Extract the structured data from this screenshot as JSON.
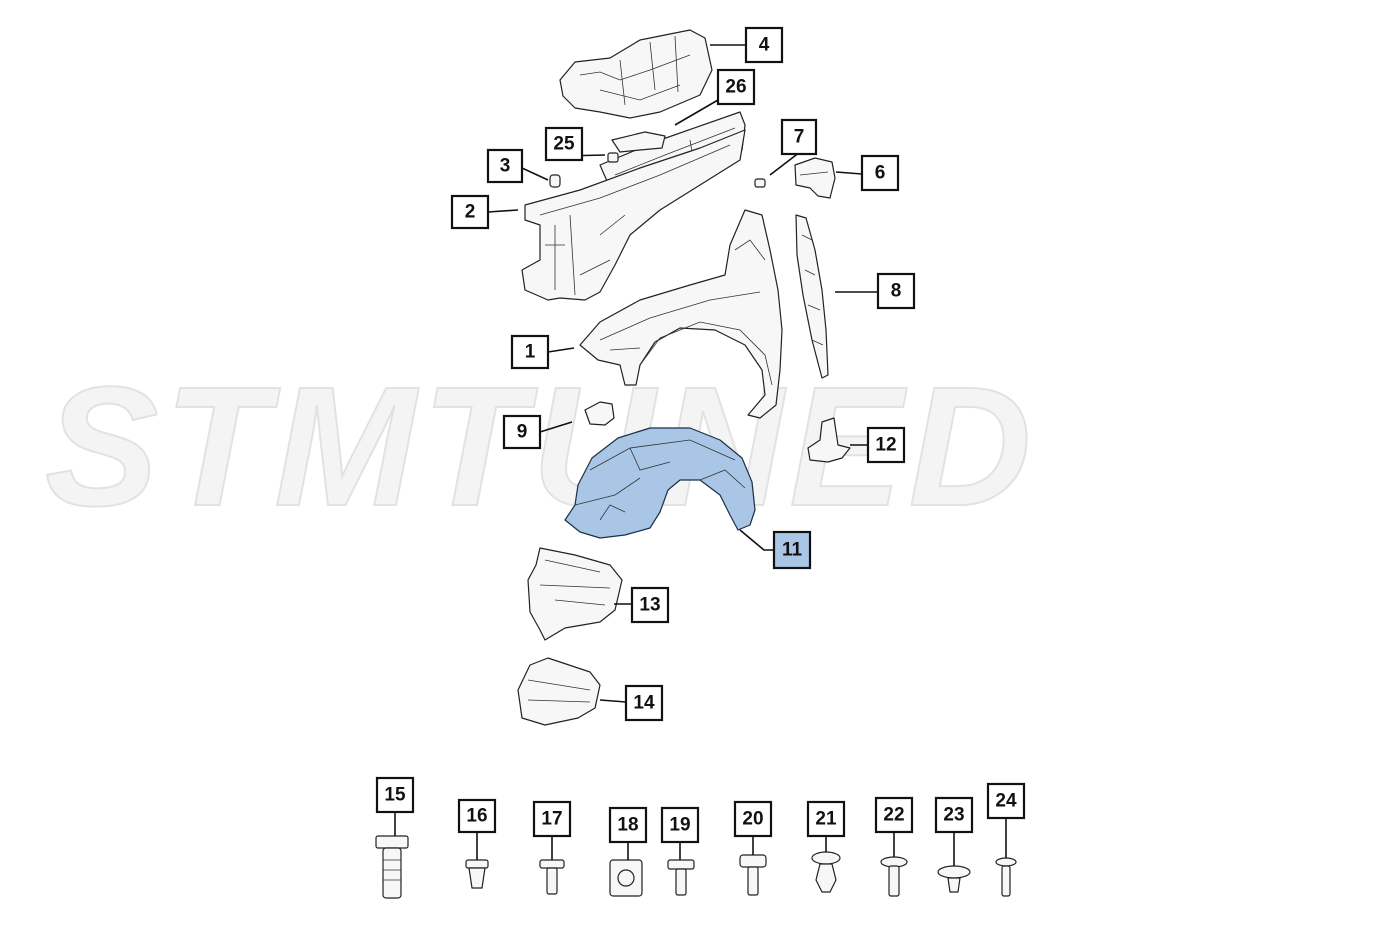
{
  "diagram": {
    "watermark": "STMTUNED",
    "highlight_color": "#a9c6e6",
    "highlighted_callout": "11",
    "callouts": [
      {
        "id": "1",
        "label": "1"
      },
      {
        "id": "2",
        "label": "2"
      },
      {
        "id": "3",
        "label": "3"
      },
      {
        "id": "4",
        "label": "4"
      },
      {
        "id": "6",
        "label": "6"
      },
      {
        "id": "7",
        "label": "7"
      },
      {
        "id": "8",
        "label": "8"
      },
      {
        "id": "9",
        "label": "9"
      },
      {
        "id": "11",
        "label": "11"
      },
      {
        "id": "12",
        "label": "12"
      },
      {
        "id": "13",
        "label": "13"
      },
      {
        "id": "14",
        "label": "14"
      },
      {
        "id": "15",
        "label": "15"
      },
      {
        "id": "16",
        "label": "16"
      },
      {
        "id": "17",
        "label": "17"
      },
      {
        "id": "18",
        "label": "18"
      },
      {
        "id": "19",
        "label": "19"
      },
      {
        "id": "20",
        "label": "20"
      },
      {
        "id": "21",
        "label": "21"
      },
      {
        "id": "22",
        "label": "22"
      },
      {
        "id": "23",
        "label": "23"
      },
      {
        "id": "24",
        "label": "24"
      },
      {
        "id": "25",
        "label": "25"
      },
      {
        "id": "26",
        "label": "26"
      }
    ]
  }
}
